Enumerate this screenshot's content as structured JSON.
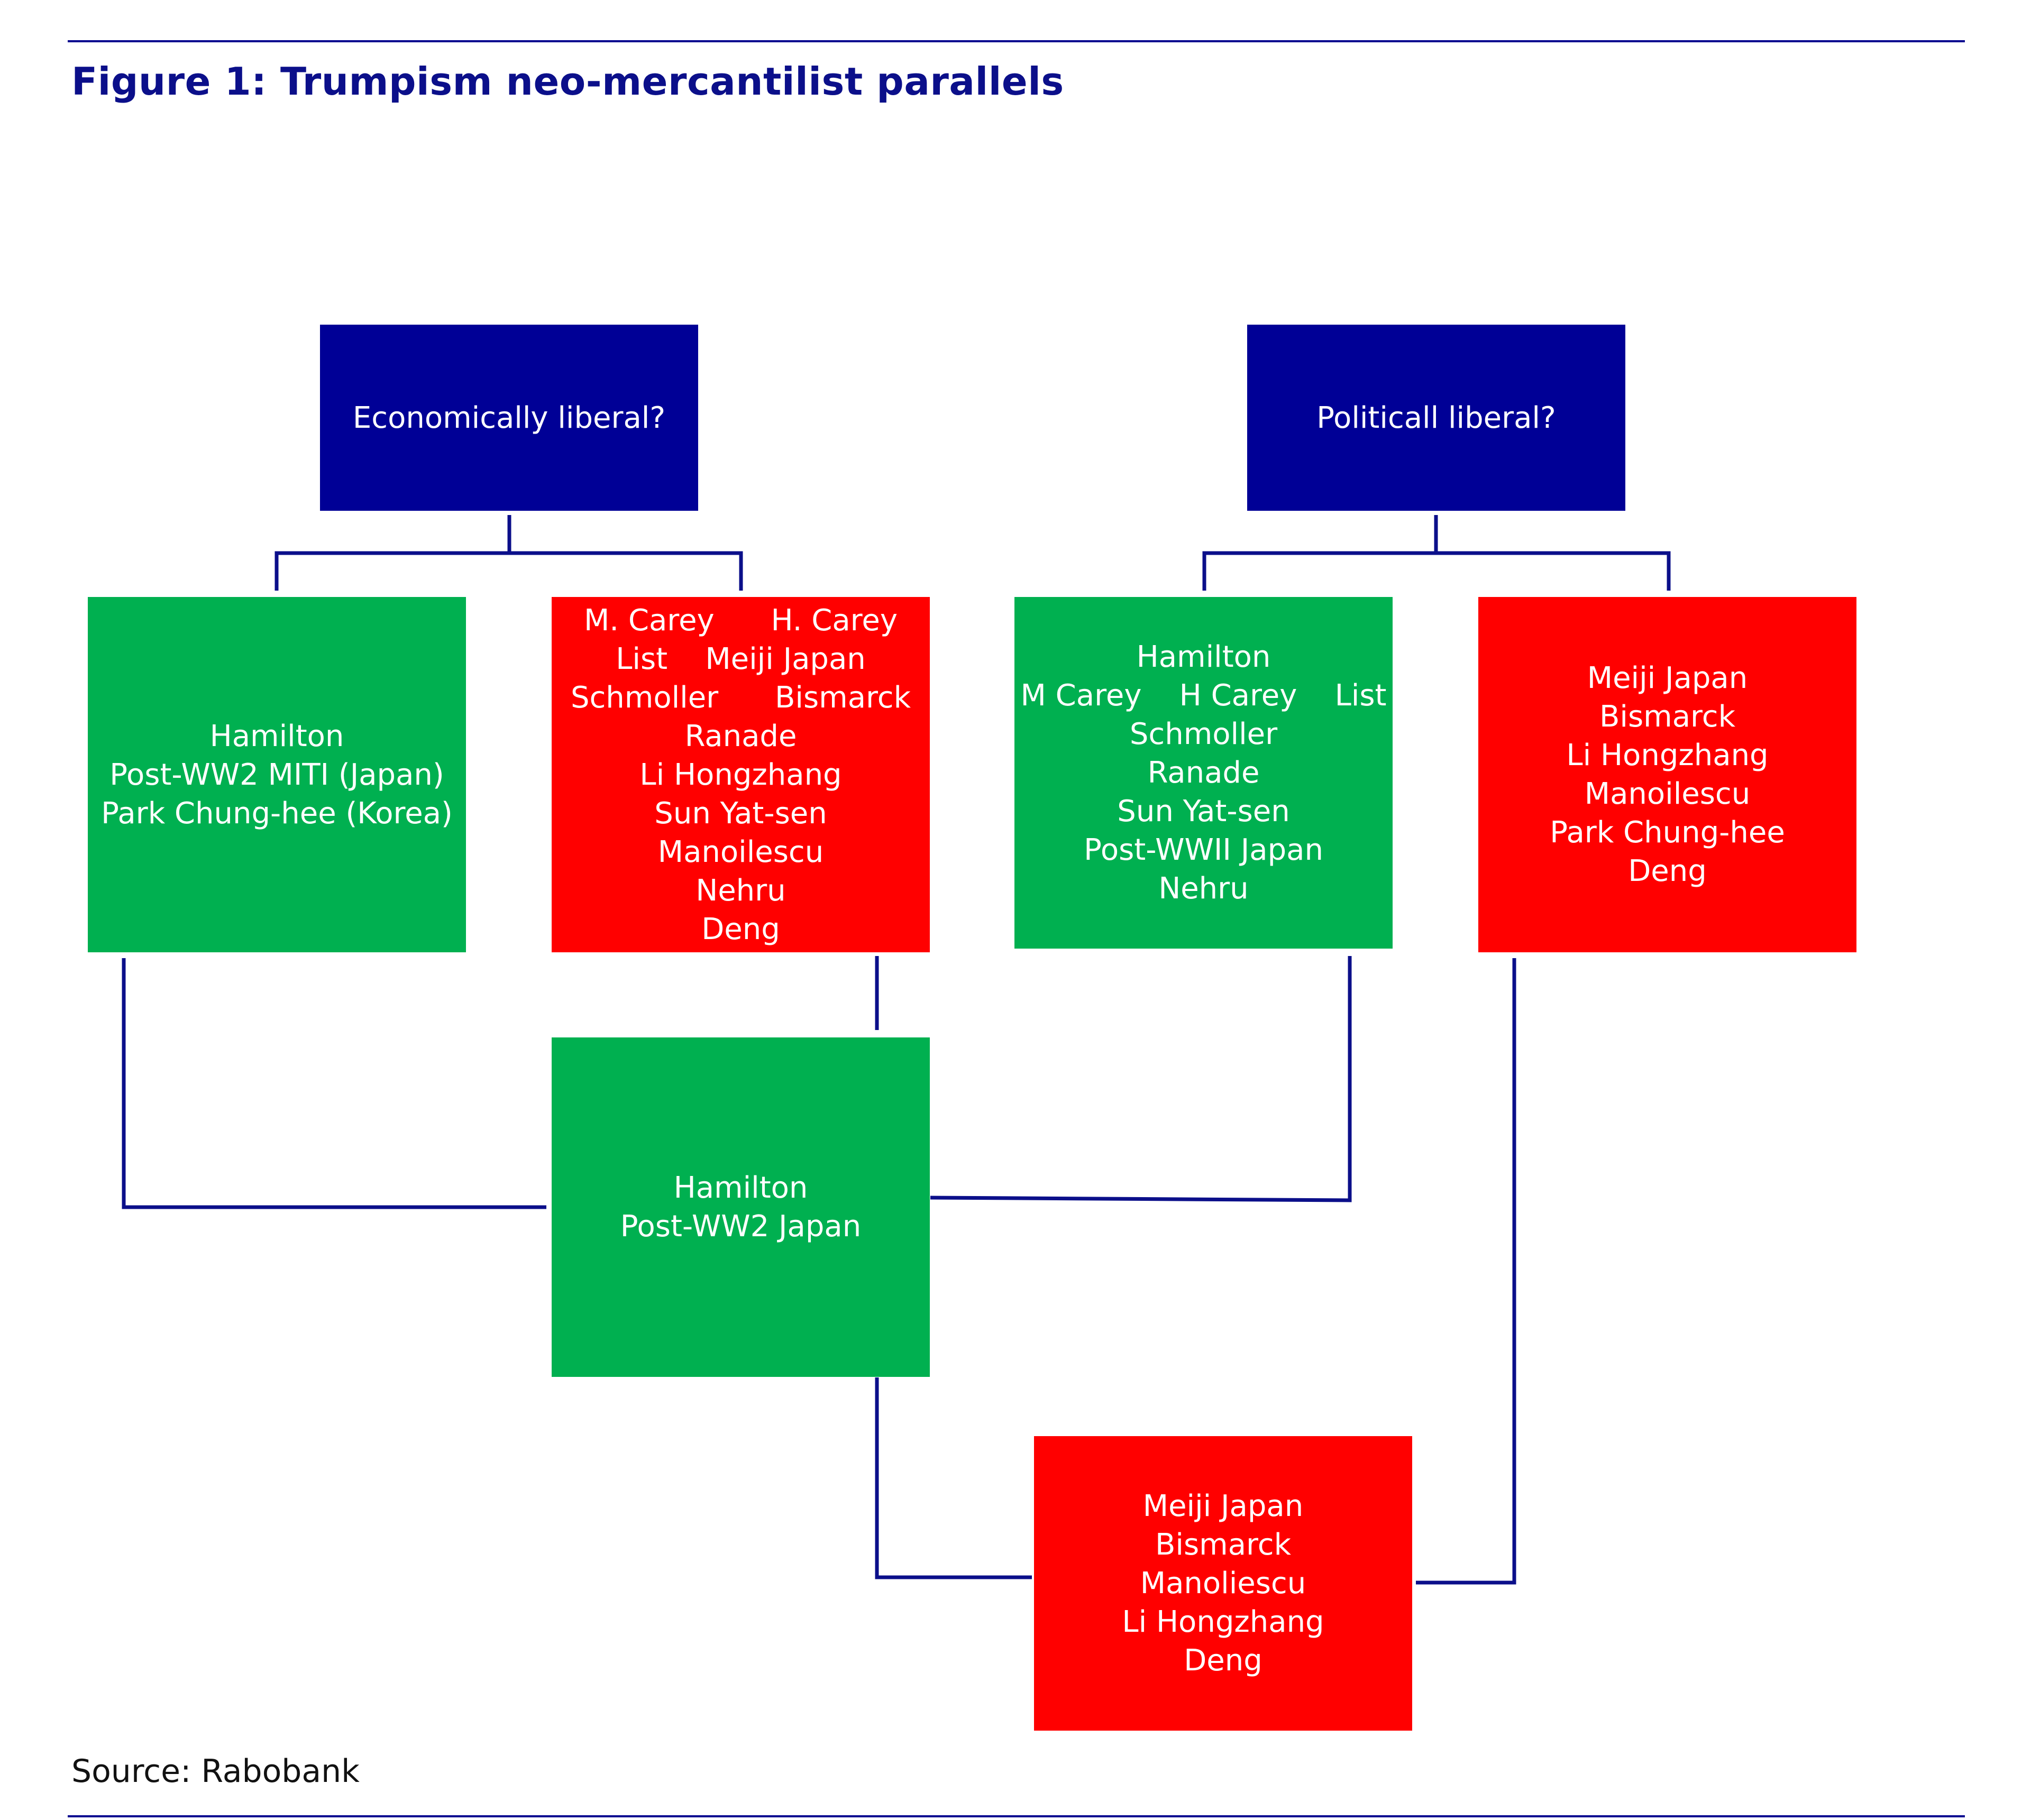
{
  "title": "Figure 1: Trumpism neo-mercantilist parallels",
  "source": "Source: Rabobank",
  "colors": {
    "header_box": "#000096",
    "yes_box": "#00b050",
    "no_box": "#ff0000",
    "connector": "#0b0f8a"
  },
  "nodes": {
    "econ_question": {
      "label": "Economically liberal?"
    },
    "pol_question": {
      "label": "Politicall liberal?"
    },
    "econ_yes": {
      "lines": [
        "Hamilton",
        "Post-WW2 MITI (Japan)",
        "Park Chung-hee (Korea)"
      ]
    },
    "econ_no": {
      "lines": [
        "M. Carey      H. Carey",
        "List    Meiji Japan",
        "Schmoller      Bismarck",
        "Ranade",
        "Li Hongzhang",
        "Sun Yat-sen",
        "Manoilescu",
        "Nehru",
        "Deng"
      ]
    },
    "pol_yes": {
      "lines": [
        "Hamilton",
        "M Carey    H Carey    List",
        "Schmoller",
        "Ranade",
        "Sun Yat-sen",
        "Post-WWII Japan",
        "Nehru"
      ]
    },
    "pol_no": {
      "lines": [
        "Meiji Japan",
        "Bismarck",
        "Li Hongzhang",
        "Manoilescu",
        "Park Chung-hee",
        "Deng"
      ]
    },
    "both_liberal": {
      "lines": [
        "Hamilton",
        "Post-WW2 Japan"
      ]
    },
    "neither_liberal": {
      "lines": [
        "Meiji Japan",
        "Bismarck",
        "Manoliescu",
        "Li Hongzhang",
        "Deng"
      ]
    }
  }
}
